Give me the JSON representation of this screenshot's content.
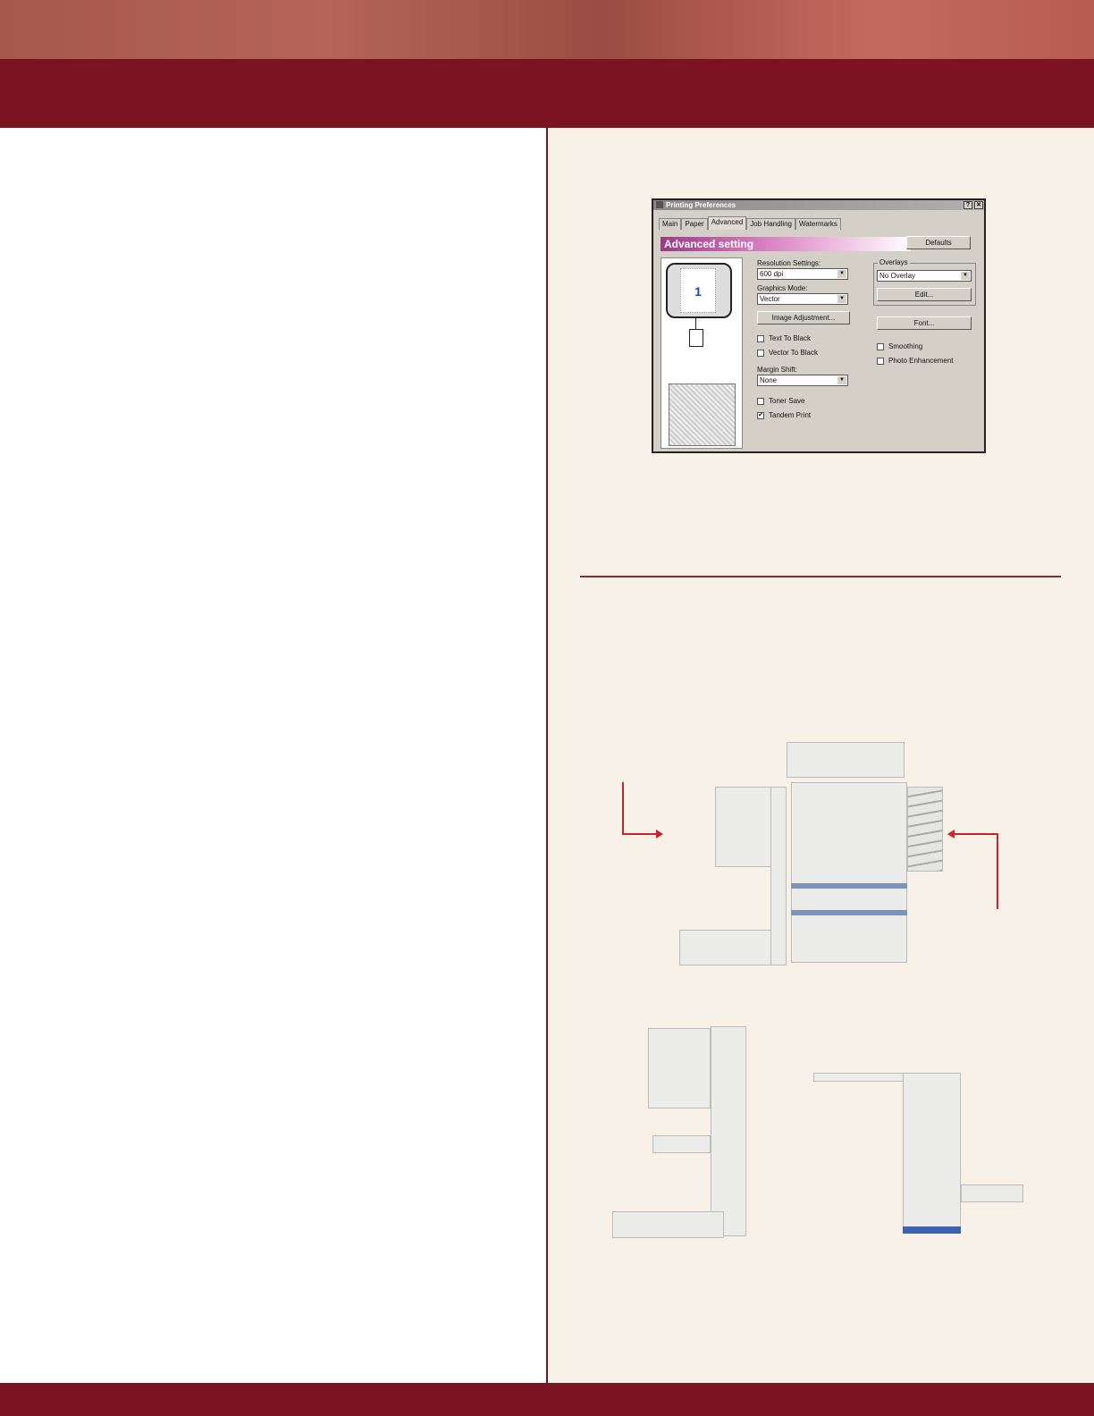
{
  "dialog": {
    "title": "Printing Preferences",
    "help_button": "?",
    "close_button": "✕",
    "tabs": [
      "Main",
      "Paper",
      "Advanced",
      "Job Handling",
      "Watermarks"
    ],
    "banner": "Advanced setting",
    "defaults_button": "Defaults",
    "preview_page_number": "1",
    "resolution_label": "Resolution Settings:",
    "resolution_value": "600 dpi",
    "graphics_label": "Graphics Mode:",
    "graphics_value": "Vector",
    "image_adjust_button": "Image Adjustment...",
    "text_to_black": "Text To Black",
    "vector_to_black": "Vector To Black",
    "margin_label": "Margin Shift:",
    "margin_value": "None",
    "toner_save": "Toner Save",
    "tandem_print": "Tandem Print",
    "tandem_checked": "✔",
    "overlays_label": "Overlays",
    "overlay_value": "No Overlay",
    "edit_button": "Edit...",
    "font_button": "Font...",
    "smoothing": "Smoothing",
    "photo_enhancement": "Photo Enhancement"
  },
  "colors": {
    "brand": "#7b1420",
    "accent": "#d0202a",
    "cream": "#f8f1e7"
  }
}
